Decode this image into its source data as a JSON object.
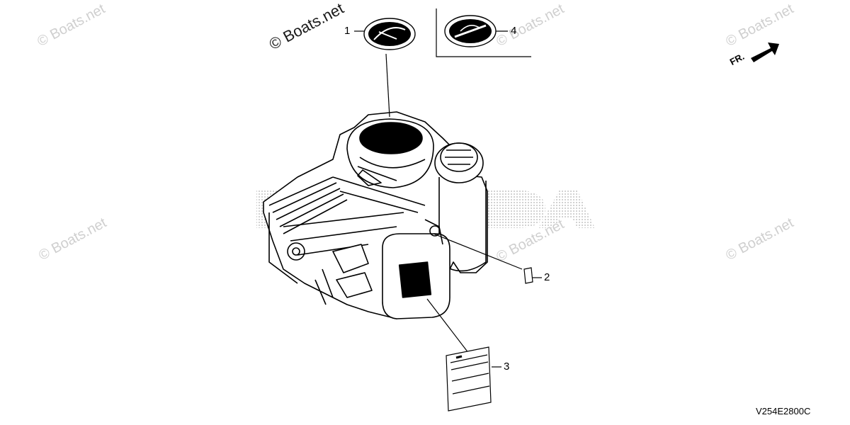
{
  "diagram": {
    "code": "V254E2800C",
    "direction_label": "FR.",
    "brand_watermark": "HONDA",
    "copyright_watermark": "© Boats.net",
    "callouts": [
      {
        "number": "1"
      },
      {
        "number": "2"
      },
      {
        "number": "3"
      },
      {
        "number": "4"
      }
    ]
  },
  "colors": {
    "line": "#000000",
    "watermark": "#cfcfcf",
    "brand_watermark_dots": "#c8c8c8"
  }
}
